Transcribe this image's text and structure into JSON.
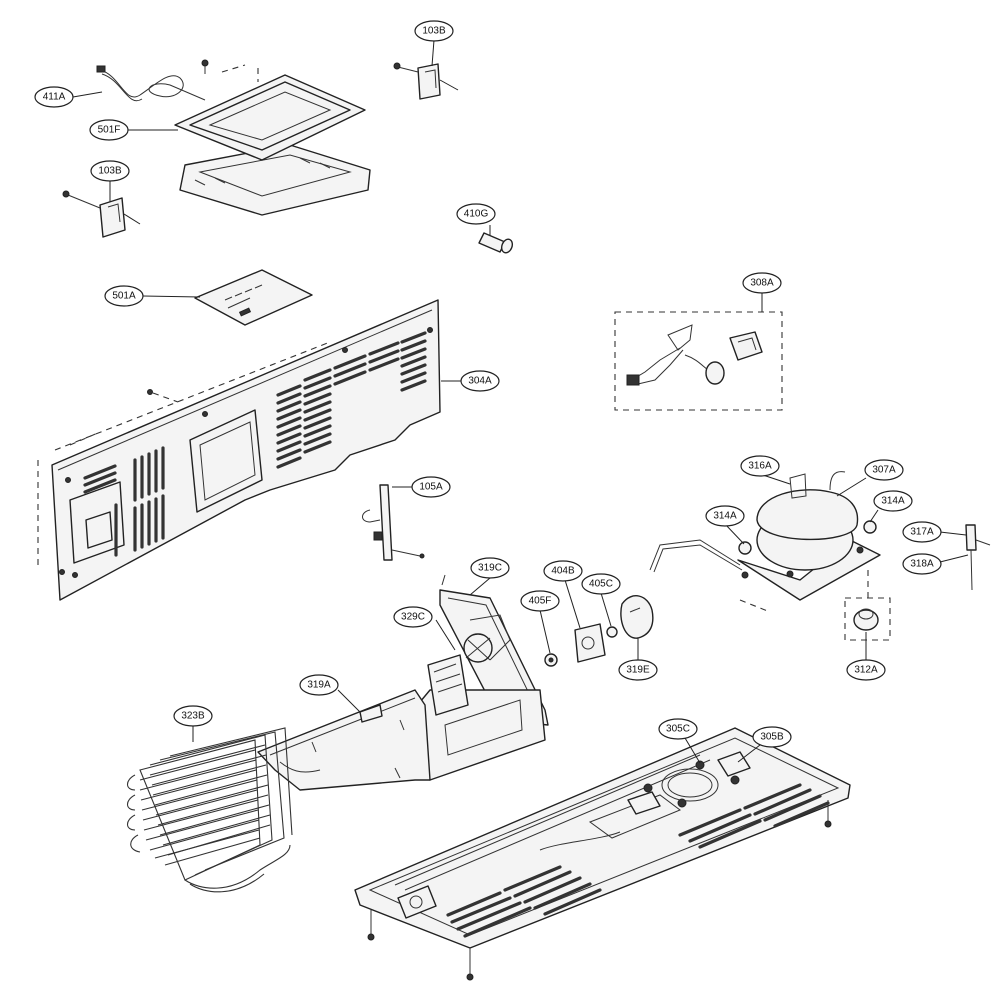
{
  "callouts": {
    "c411A": "411A",
    "c501F": "501F",
    "c103B_top": "103B",
    "c103B_left": "103B",
    "c410G": "410G",
    "c501A": "501A",
    "c308A": "308A",
    "c304A": "304A",
    "c105A": "105A",
    "c316A": "316A",
    "c307A": "307A",
    "c314A_left": "314A",
    "c314A_right": "314A",
    "c317A": "317A",
    "c318A": "318A",
    "c319C": "319C",
    "c404B": "404B",
    "c405C": "405C",
    "c405F": "405F",
    "c329C": "329C",
    "c319E": "319E",
    "c312A": "312A",
    "c319A": "319A",
    "c323B": "323B",
    "c305C": "305C",
    "c305B": "305B"
  }
}
